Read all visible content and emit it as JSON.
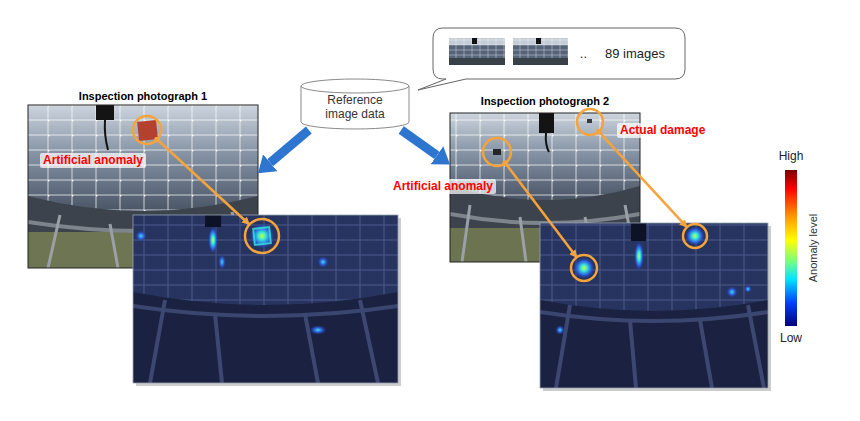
{
  "diagram": {
    "nodes": [
      {
        "text": [
          "..",
          "89 images"
        ]
      },
      {
        "text": [
          "Reference image data"
        ]
      },
      {
        "text": [
          "Inspection photograph 1"
        ]
      },
      {
        "text": [
          "Inspection photograph 2"
        ]
      }
    ],
    "edges": [
      {
        "from": 1,
        "to": 2,
        "arrow": "to"
      },
      {
        "from": 1,
        "to": 3,
        "arrow": "to"
      }
    ],
    "labels": [
      "Artificial anomaly",
      "Actual damage",
      "Artificial anomaly",
      "High",
      "Anomaly level",
      "Low"
    ]
  }
}
